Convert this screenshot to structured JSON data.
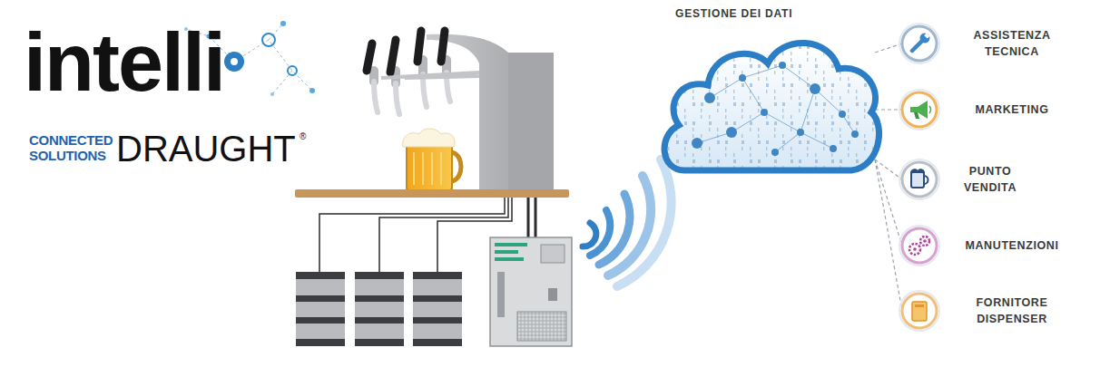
{
  "diagram": {
    "nodes": [
      {
        "text": [
          "GESTIONE DEI DATI"
        ]
      },
      {
        "text": [
          "ASSISTENZA TECNICA"
        ]
      },
      {
        "text": [
          "MARKETING"
        ]
      },
      {
        "text": [
          "PUNTO VENDITA"
        ]
      },
      {
        "text": [
          "MANUTENZIONI"
        ]
      },
      {
        "text": [
          "FORNITORE DISPENSER"
        ]
      }
    ],
    "edges": [
      {
        "from": 0,
        "to": 1,
        "arrow": "none"
      },
      {
        "from": 0,
        "to": 2,
        "arrow": "none"
      },
      {
        "from": 0,
        "to": 3,
        "arrow": "none"
      },
      {
        "from": 0,
        "to": 4,
        "arrow": "none"
      },
      {
        "from": 0,
        "to": 5,
        "arrow": "none"
      }
    ],
    "labels": [
      "intelli",
      "CONNECTED SOLUTIONS",
      "DRAUGHT",
      "®"
    ]
  }
}
